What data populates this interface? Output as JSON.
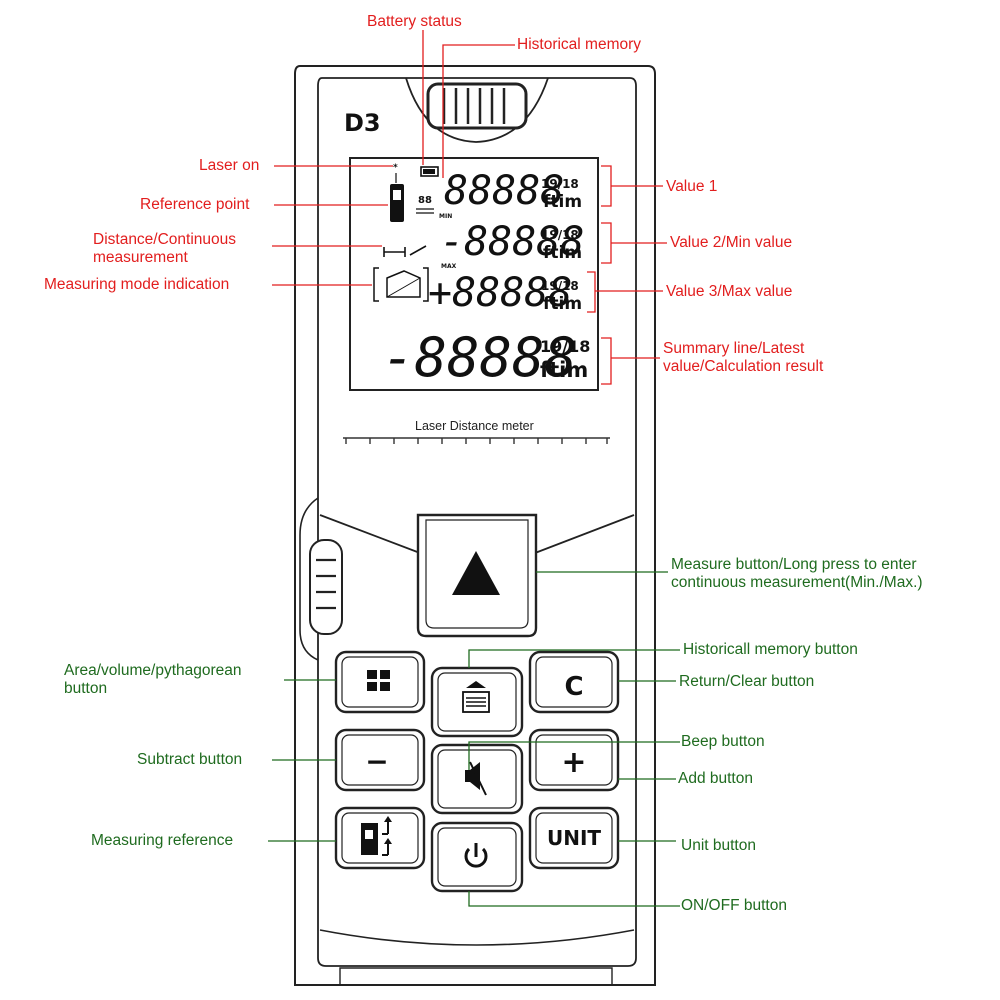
{
  "device": {
    "model": "D3",
    "caption": "Laser Distance meter",
    "lcd": {
      "row1": "88888",
      "row2": "-88888",
      "row3": "+88888",
      "row4": "-88888",
      "unit": "ftim",
      "fraction": "19/18",
      "min_tag": "MIN",
      "max_tag": "MAX",
      "small_digits": "88"
    },
    "buttons": {
      "clear": "C",
      "unit": "UNIT",
      "plus": "+",
      "minus": "−"
    }
  },
  "labels_top": {
    "battery": "Battery status",
    "memory": "Historical memory",
    "laser_on": "Laser on",
    "reference": "Reference point",
    "distance_line1": "Distance/Continuous",
    "distance_line2": "measurement",
    "mode": "Measuring mode indication",
    "value1": "Value 1",
    "value2": "Value 2/Min value",
    "value3": "Value 3/Max value",
    "summary_line1": "Summary line/Latest",
    "summary_line2": "value/Calculation result"
  },
  "labels_bottom": {
    "measure_line1": "Measure button/Long press to enter",
    "measure_line2": "continuous measurement(Min./Max.)",
    "area_line1": "Area/volume/pythagorean",
    "area_line2": "button",
    "hist_button": "Historicall memory button",
    "clear_button": "Return/Clear button",
    "beep": "Beep button",
    "subtract": "Subtract button",
    "add": "Add button",
    "measuring_ref": "Measuring reference",
    "unit_button": "Unit button",
    "onoff": "ON/OFF button"
  },
  "colors": {
    "screen_labels": "#e21e1e",
    "button_labels": "#1f6b1f",
    "outline": "#222222"
  }
}
